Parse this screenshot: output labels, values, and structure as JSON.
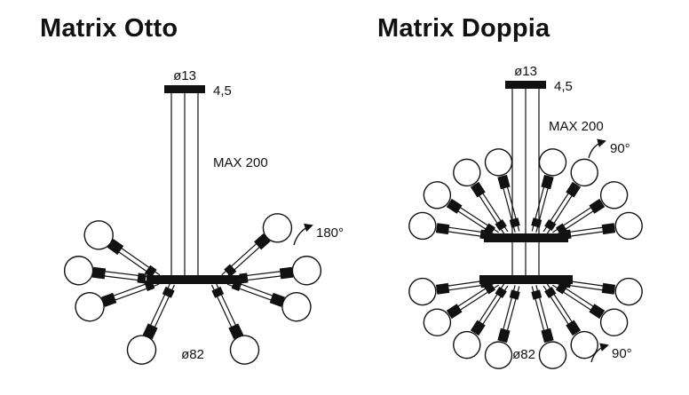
{
  "colors": {
    "ink": "#111111",
    "background": "#ffffff"
  },
  "diagrams": [
    {
      "title": "Matrix Otto",
      "bulb_count": 8,
      "labels": {
        "canopy_diameter": "ø13",
        "canopy_height": "4,5",
        "max_drop": "MAX 200",
        "arm_rotation": "180°",
        "body_diameter": "ø82"
      }
    },
    {
      "title": "Matrix Doppia",
      "bulb_count": 16,
      "labels": {
        "canopy_diameter": "ø13",
        "canopy_height": "4,5",
        "max_drop": "MAX 200",
        "arm_rotation_top": "90°",
        "body_diameter": "ø82",
        "arm_rotation_bottom": "90°"
      }
    }
  ]
}
